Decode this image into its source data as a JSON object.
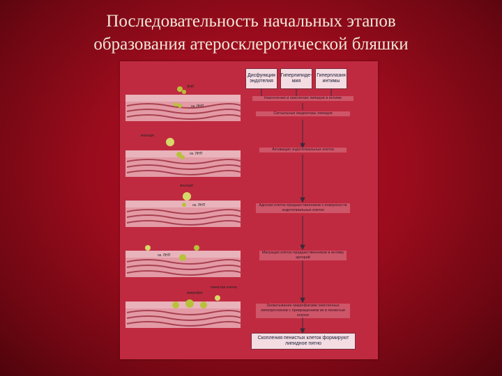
{
  "slide": {
    "title_line1": "Последовательность начальных этапов",
    "title_line2": "образования атеросклеротической бляшки"
  },
  "figure": {
    "top_boxes": [
      {
        "line1": "Дисфункция",
        "line2": "эндотелия"
      },
      {
        "line1": "Гиперлипиде-",
        "line2": "мия"
      },
      {
        "line1": "Гиперплазия",
        "line2": "интимы"
      }
    ],
    "steps": [
      "Накопление и окисление липидов в интиме",
      "Сигнальные медиаторы липидов",
      "Активация эндотелиальных клеток",
      "Адгезия клеток-предшественников к поверхности эндотелиальных клеток",
      "Миграция клеток-предшественников в интиму артерий",
      "Захватывание макрофагами окисленных липопротеинов с превращением их в пенистые клетки"
    ],
    "final_box": {
      "line1": "Скопления пенистых клеток формируют",
      "line2": "липидное пятно"
    },
    "panel_labels": [
      {
        "a": "ЛНП",
        "b": "ок. ЛНП"
      },
      {
        "a": "моноцит",
        "b": "ок. ЛНП"
      },
      {
        "a": "моноцит",
        "b": "ок. ЛНП"
      },
      {
        "a": "ок. ЛНП",
        "b": ""
      },
      {
        "a": "макрофаг",
        "b": "пенистая клетка"
      }
    ],
    "colors": {
      "panel_bg": "#c02a40",
      "vessel_layer": "#e9b9bd",
      "lipid": "#b7c23a",
      "arrow": "#3a2a3a"
    }
  }
}
